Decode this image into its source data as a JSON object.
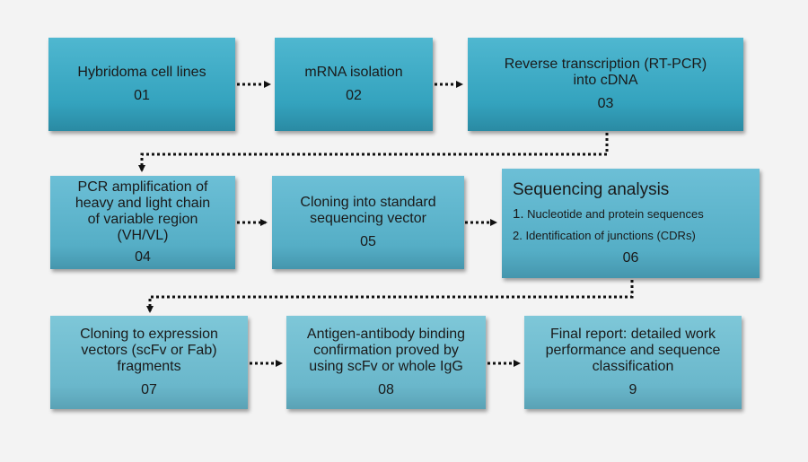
{
  "colors": {
    "row1": "#34a3be",
    "row2": "#55aec6",
    "row3": "#6ab7cb",
    "arrow": "#111111",
    "background": "#f3f3f3"
  },
  "steps": [
    {
      "lines": [
        "Hybridoma cell lines"
      ],
      "number": "01"
    },
    {
      "lines": [
        "mRNA isolation"
      ],
      "number": "02"
    },
    {
      "lines": [
        "Reverse transcription (RT-PCR)",
        "into cDNA"
      ],
      "number": "03"
    },
    {
      "lines": [
        "PCR amplification of",
        "heavy and light chain",
        "of variable region",
        "(VH/VL)"
      ],
      "number": "04"
    },
    {
      "lines": [
        "Cloning into standard",
        "sequencing vector"
      ],
      "number": "05"
    },
    {
      "title": "Sequencing analysis",
      "items": [
        {
          "n": "1.",
          "text": "Nucleotide and protein sequences"
        },
        {
          "n": "2.",
          "text": "Identification of junctions (CDRs)"
        }
      ],
      "number": "06"
    },
    {
      "lines": [
        "Cloning to expression",
        "vectors  (scFv or Fab)",
        "fragments"
      ],
      "number": "07"
    },
    {
      "lines": [
        "Antigen-antibody binding",
        "confirmation  proved by",
        "using  scFv or whole IgG"
      ],
      "number": "08"
    },
    {
      "lines": [
        "Final report: detailed work",
        "performance and sequence",
        "classification"
      ],
      "number": "9"
    }
  ]
}
